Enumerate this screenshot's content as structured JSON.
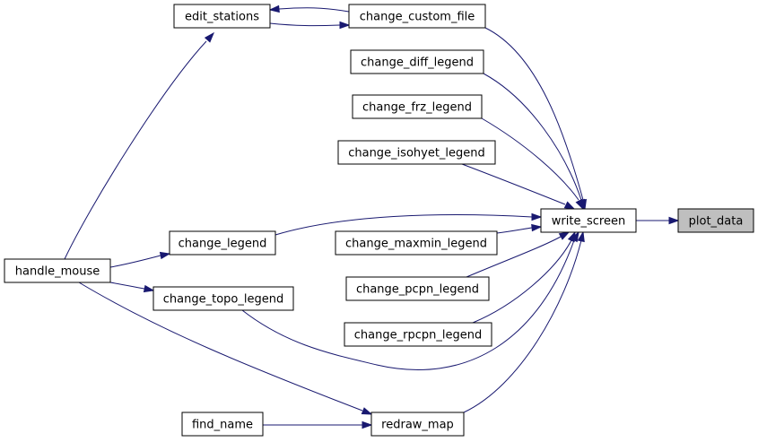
{
  "diagram": {
    "type": "call-graph",
    "nodes": [
      {
        "id": "edit_stations",
        "label": "edit_stations"
      },
      {
        "id": "change_custom_file",
        "label": "change_custom_file"
      },
      {
        "id": "change_diff_legend",
        "label": "change_diff_legend"
      },
      {
        "id": "change_frz_legend",
        "label": "change_frz_legend"
      },
      {
        "id": "change_isohyet_legend",
        "label": "change_isohyet_legend"
      },
      {
        "id": "write_screen",
        "label": "write_screen"
      },
      {
        "id": "plot_data",
        "label": "plot_data",
        "highlight": true
      },
      {
        "id": "change_legend",
        "label": "change_legend"
      },
      {
        "id": "change_maxmin_legend",
        "label": "change_maxmin_legend"
      },
      {
        "id": "handle_mouse",
        "label": "handle_mouse"
      },
      {
        "id": "change_topo_legend",
        "label": "change_topo_legend"
      },
      {
        "id": "change_pcpn_legend",
        "label": "change_pcpn_legend"
      },
      {
        "id": "change_rpcpn_legend",
        "label": "change_rpcpn_legend"
      },
      {
        "id": "find_name",
        "label": "find_name"
      },
      {
        "id": "redraw_map",
        "label": "redraw_map"
      }
    ],
    "edges": [
      {
        "from": "write_screen",
        "to": "plot_data"
      },
      {
        "from": "change_custom_file",
        "to": "edit_stations"
      },
      {
        "from": "edit_stations",
        "to": "change_custom_file"
      },
      {
        "from": "change_custom_file",
        "to": "write_screen"
      },
      {
        "from": "change_diff_legend",
        "to": "write_screen"
      },
      {
        "from": "change_frz_legend",
        "to": "write_screen"
      },
      {
        "from": "change_isohyet_legend",
        "to": "write_screen"
      },
      {
        "from": "change_legend",
        "to": "write_screen"
      },
      {
        "from": "change_maxmin_legend",
        "to": "write_screen"
      },
      {
        "from": "change_pcpn_legend",
        "to": "write_screen"
      },
      {
        "from": "change_rpcpn_legend",
        "to": "write_screen"
      },
      {
        "from": "change_topo_legend",
        "to": "write_screen"
      },
      {
        "from": "redraw_map",
        "to": "write_screen"
      },
      {
        "from": "handle_mouse",
        "to": "edit_stations"
      },
      {
        "from": "handle_mouse",
        "to": "change_legend"
      },
      {
        "from": "handle_mouse",
        "to": "change_topo_legend"
      },
      {
        "from": "handle_mouse",
        "to": "redraw_map"
      },
      {
        "from": "find_name",
        "to": "redraw_map"
      }
    ],
    "colors": {
      "edge": "#191970",
      "node_border": "#000000",
      "node_fill": "#ffffff",
      "highlight_fill": "#bfbfbf"
    }
  }
}
